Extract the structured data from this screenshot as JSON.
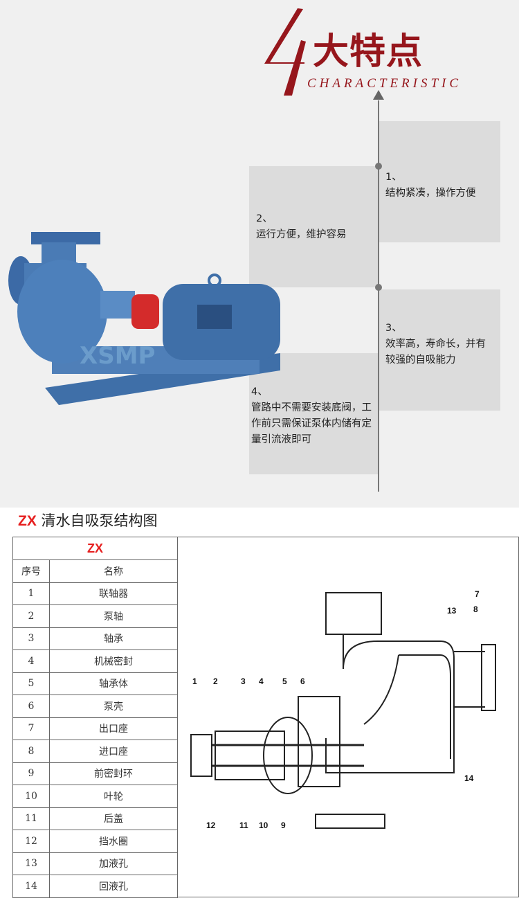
{
  "header": {
    "number_logo": "4",
    "title_cn": "大特点",
    "title_en": "CHARACTERISTIC"
  },
  "features": [
    {
      "num": "1、",
      "text": "结构紧凑，操作方便"
    },
    {
      "num": "2、",
      "text": "运行方便，维护容易"
    },
    {
      "num": "3、",
      "text": "效率高，寿命长，并有较强的自吸能力"
    },
    {
      "num": "4、",
      "text": "管路中不需要安装底阀，工作前只需保证泵体内储有定量引流液即可"
    }
  ],
  "watermark": "XSMP",
  "diagram_section": {
    "model": "ZX",
    "title": "清水自吸泵结构图"
  },
  "parts_table": {
    "header": "ZX",
    "col_no": "序号",
    "col_name": "名称",
    "rows": [
      [
        "1",
        "联轴器"
      ],
      [
        "2",
        "泵轴"
      ],
      [
        "3",
        "轴承"
      ],
      [
        "4",
        "机械密封"
      ],
      [
        "5",
        "轴承体"
      ],
      [
        "6",
        "泵壳"
      ],
      [
        "7",
        "出口座"
      ],
      [
        "8",
        "进口座"
      ],
      [
        "9",
        "前密封环"
      ],
      [
        "10",
        "叶轮"
      ],
      [
        "11",
        "后盖"
      ],
      [
        "12",
        "挡水圈"
      ],
      [
        "13",
        "加液孔"
      ],
      [
        "14",
        "回液孔"
      ]
    ]
  },
  "callouts": [
    "1",
    "2",
    "3",
    "4",
    "5",
    "6",
    "7",
    "8",
    "9",
    "10",
    "11",
    "12",
    "13",
    "14"
  ],
  "colors": {
    "accent": "#96161c",
    "red": "#e61e1e",
    "panel": "#dcdcdc"
  }
}
